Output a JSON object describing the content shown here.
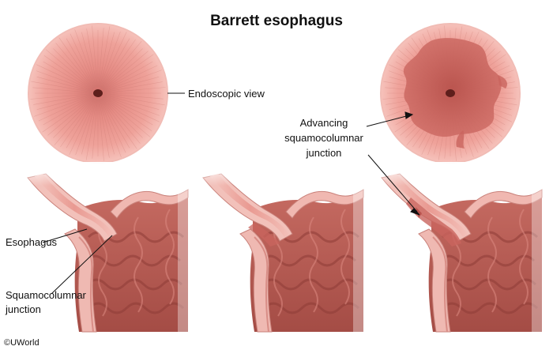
{
  "title": "Barrett  esophagus",
  "labels": {
    "endoscopic_view": "Endoscopic view",
    "advancing_line1": "Advancing",
    "advancing_line2": "squamocolumnar",
    "advancing_line3": "junction",
    "esophagus": "Esophagus",
    "sqj_line1": "Squamocolumnar",
    "sqj_line2": "junction"
  },
  "credit": "©UWorld",
  "colors": {
    "mucosa_pink": "#e9958f",
    "barrett_red": "#c9645e",
    "stomach_wall": "#e8a7a0",
    "stomach_inner": "#b55a52",
    "label_text": "#111111"
  }
}
